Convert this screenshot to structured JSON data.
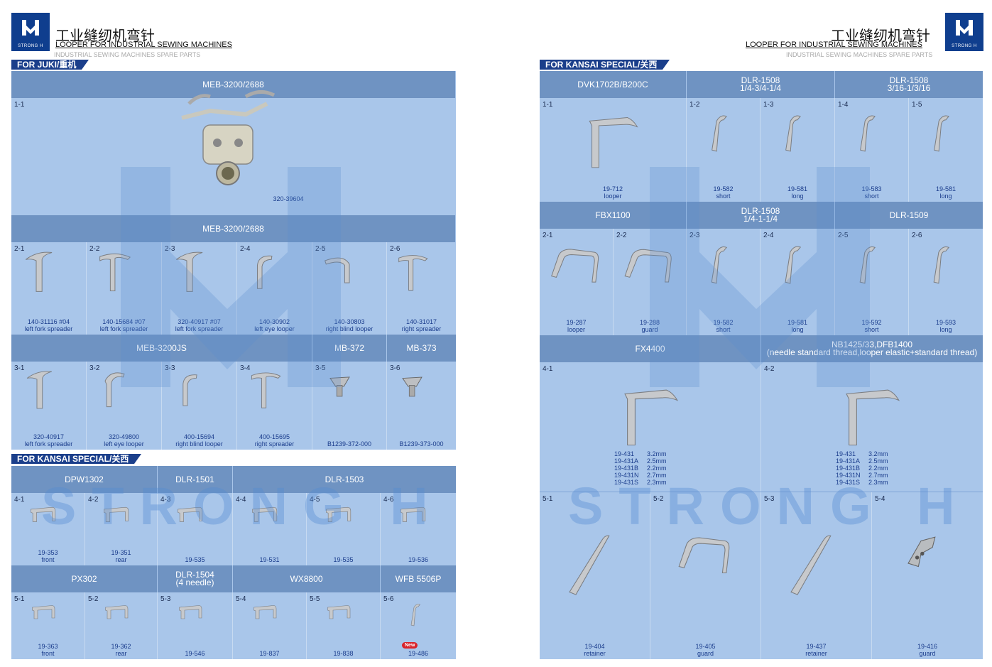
{
  "brand": {
    "logo_text": "STRONG H",
    "title_cn": "工业缝纫机弯针",
    "title_en": "LOOPER FOR INDUSTRIAL SEWING MACHINES",
    "title_sub": "INDUSTRIAL SEWING MACHINES SPARE PARTS"
  },
  "watermark": "STRONG H",
  "sections": {
    "juki": "FOR JUKI/重机",
    "kansai_left": "FOR KANSAI SPECIAL/关西",
    "kansai_right": "FOR KANSAI SPECIAL/关西"
  },
  "left": {
    "h1": "MEB-3200/2688",
    "c11": {
      "num": "1-1",
      "part": "320-39604"
    },
    "h2": "MEB-3200/2688",
    "row2": [
      {
        "num": "2-1",
        "part": "140-31116 #04",
        "desc": "left fork spreader"
      },
      {
        "num": "2-2",
        "part": "140-15684 #07",
        "desc": "left fork spreader"
      },
      {
        "num": "2-3",
        "part": "320-40917 #07",
        "desc": "left fork spreader"
      },
      {
        "num": "2-4",
        "part": "140-30902",
        "desc": "left eye looper"
      },
      {
        "num": "2-5",
        "part": "140-30803",
        "desc": "right blind looper"
      },
      {
        "num": "2-6",
        "part": "140-31017",
        "desc": "right spreader"
      }
    ],
    "h3a": "MEB-3200JS",
    "h3b": "MB-372",
    "h3c": "MB-373",
    "row3": [
      {
        "num": "3-1",
        "part": "320-40917",
        "desc": "left fork spreader"
      },
      {
        "num": "3-2",
        "part": "320-49800",
        "desc": "left eye looper"
      },
      {
        "num": "3-3",
        "part": "400-15694",
        "desc": "right blind looper"
      },
      {
        "num": "3-4",
        "part": "400-15695",
        "desc": "right spreader"
      },
      {
        "num": "3-5",
        "part": "B1239-372-000",
        "desc": ""
      },
      {
        "num": "3-6",
        "part": "B1239-373-000",
        "desc": ""
      }
    ],
    "h4a": "DPW1302",
    "h4b": "DLR-1501",
    "h4c": "DLR-1503",
    "row4": [
      {
        "num": "4-1",
        "part": "19-353",
        "desc": "front"
      },
      {
        "num": "4-2",
        "part": "19-351",
        "desc": "rear"
      },
      {
        "num": "4-3",
        "part": "19-535",
        "desc": ""
      },
      {
        "num": "4-4",
        "part": "19-531",
        "desc": ""
      },
      {
        "num": "4-5",
        "part": "19-535",
        "desc": ""
      },
      {
        "num": "4-6",
        "part": "19-536",
        "desc": ""
      }
    ],
    "h5a": "PX302",
    "h5b1": "DLR-1504",
    "h5b2": "(4 needle)",
    "h5c": "WX8800",
    "h5d": "WFB 5506P",
    "row5": [
      {
        "num": "5-1",
        "part": "19-363",
        "desc": "front"
      },
      {
        "num": "5-2",
        "part": "19-362",
        "desc": "rear"
      },
      {
        "num": "5-3",
        "part": "19-546",
        "desc": ""
      },
      {
        "num": "5-4",
        "part": "19-837",
        "desc": ""
      },
      {
        "num": "5-5",
        "part": "19-838",
        "desc": ""
      },
      {
        "num": "5-6",
        "part": "19-486",
        "desc": ""
      }
    ],
    "new_badge": "New"
  },
  "right": {
    "h1a": "DVK1702B/B200C",
    "h1b1": "DLR-1508",
    "h1b2": "1/4-3/4-1/4",
    "h1c1": "DLR-1508",
    "h1c2": "3/16-1/3/16",
    "row1": [
      {
        "num": "1-1",
        "part": "19-712",
        "desc": "looper"
      },
      {
        "num": "1-2",
        "part": "19-582",
        "desc": "short"
      },
      {
        "num": "1-3",
        "part": "19-581",
        "desc": "long"
      },
      {
        "num": "1-4",
        "part": "19-583",
        "desc": "short"
      },
      {
        "num": "1-5",
        "part": "19-581",
        "desc": "long"
      }
    ],
    "h2a": "FBX1100",
    "h2b1": "DLR-1508",
    "h2b2": "1/4-1-1/4",
    "h2c": "DLR-1509",
    "row2": [
      {
        "num": "2-1",
        "part": "19-287",
        "desc": "looper"
      },
      {
        "num": "2-2",
        "part": "19-288",
        "desc": "guard"
      },
      {
        "num": "2-3",
        "part": "19-582",
        "desc": "short"
      },
      {
        "num": "2-4",
        "part": "19-581",
        "desc": "long"
      },
      {
        "num": "2-5",
        "part": "19-592",
        "desc": "short"
      },
      {
        "num": "2-6",
        "part": "19-593",
        "desc": "long"
      }
    ],
    "h3a": "FX4400",
    "h3b1": "NB1425/33,DFB1400",
    "h3b2": "(needle standard thread,looper elastic+standard thread)",
    "row3": [
      {
        "num": "4-1",
        "specs": [
          [
            "19-431",
            "3.2mm"
          ],
          [
            "19-431A",
            "2.5mm"
          ],
          [
            "19-431B",
            "2.2mm"
          ],
          [
            "19-431N",
            "2.7mm"
          ],
          [
            "19-431S",
            "2.3mm"
          ]
        ]
      },
      {
        "num": "4-2",
        "specs": [
          [
            "19-431",
            "3.2mm"
          ],
          [
            "19-431A",
            "2.5mm"
          ],
          [
            "19-431B",
            "2.2mm"
          ],
          [
            "19-431N",
            "2.7mm"
          ],
          [
            "19-431S",
            "2.3mm"
          ]
        ]
      }
    ],
    "row4": [
      {
        "num": "5-1",
        "part": "19-404",
        "desc": "retainer"
      },
      {
        "num": "5-2",
        "part": "19-405",
        "desc": "guard"
      },
      {
        "num": "5-3",
        "part": "19-437",
        "desc": "retainer"
      },
      {
        "num": "5-4",
        "part": "19-416",
        "desc": "guard"
      }
    ]
  }
}
